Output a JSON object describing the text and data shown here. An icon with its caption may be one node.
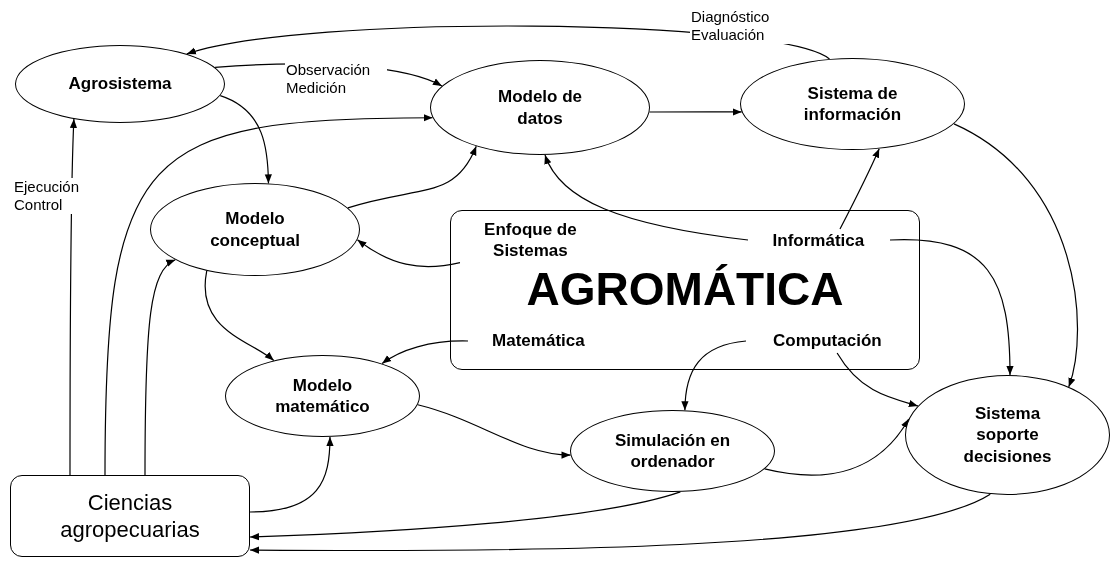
{
  "diagram": {
    "nodes": [
      {
        "text": [
          "Agrosistema"
        ]
      },
      {
        "text": [
          "Modelo de datos"
        ]
      },
      {
        "text": [
          "Sistema de información"
        ]
      },
      {
        "text": [
          "Modelo conceptual"
        ]
      },
      {
        "text": [
          "AGROMÁTICA"
        ]
      },
      {
        "text": [
          "Enfoque de Sistemas"
        ],
        "in": 4
      },
      {
        "text": [
          "Informática"
        ],
        "in": 4
      },
      {
        "text": [
          "Matemática"
        ],
        "in": 4
      },
      {
        "text": [
          "Computación"
        ],
        "in": 4
      },
      {
        "text": [
          "Modelo matemático"
        ]
      },
      {
        "text": [
          "Simulación en ordenador"
        ]
      },
      {
        "text": [
          "Sistema soporte decisiones"
        ]
      },
      {
        "text": [
          "Ciencias agropecuarias"
        ]
      }
    ],
    "edges": [
      {
        "from": 2,
        "to": 0,
        "arrow": "to",
        "label": "Diagnóstico Evaluación"
      },
      {
        "from": 0,
        "to": 1,
        "arrow": "to",
        "label": "Observación Medición"
      },
      {
        "from": 0,
        "to": 3,
        "arrow": "to"
      },
      {
        "from": 1,
        "to": 2,
        "arrow": "to"
      },
      {
        "from": 3,
        "to": 1,
        "arrow": "to"
      },
      {
        "from": 12,
        "to": 1,
        "arrow": "to"
      },
      {
        "from": 12,
        "to": 0,
        "arrow": "to",
        "label": "Ejecución Control"
      },
      {
        "from": 12,
        "to": 3,
        "arrow": "to"
      },
      {
        "from": 5,
        "to": 3,
        "arrow": "to"
      },
      {
        "from": 6,
        "to": 1,
        "arrow": "to"
      },
      {
        "from": 6,
        "to": 2,
        "arrow": "to"
      },
      {
        "from": 6,
        "to": 11,
        "arrow": "to"
      },
      {
        "from": 2,
        "to": 11,
        "arrow": "to"
      },
      {
        "from": 3,
        "to": 9,
        "arrow": "to"
      },
      {
        "from": 7,
        "to": 9,
        "arrow": "to"
      },
      {
        "from": 8,
        "to": 10,
        "arrow": "to"
      },
      {
        "from": 8,
        "to": 11,
        "arrow": "to"
      },
      {
        "from": 9,
        "to": 10,
        "arrow": "to"
      },
      {
        "from": 10,
        "to": 11,
        "arrow": "to"
      },
      {
        "from": 12,
        "to": 9,
        "arrow": "to"
      },
      {
        "from": 10,
        "to": 12,
        "arrow": "to"
      },
      {
        "from": 11,
        "to": 12,
        "arrow": "to"
      }
    ]
  }
}
